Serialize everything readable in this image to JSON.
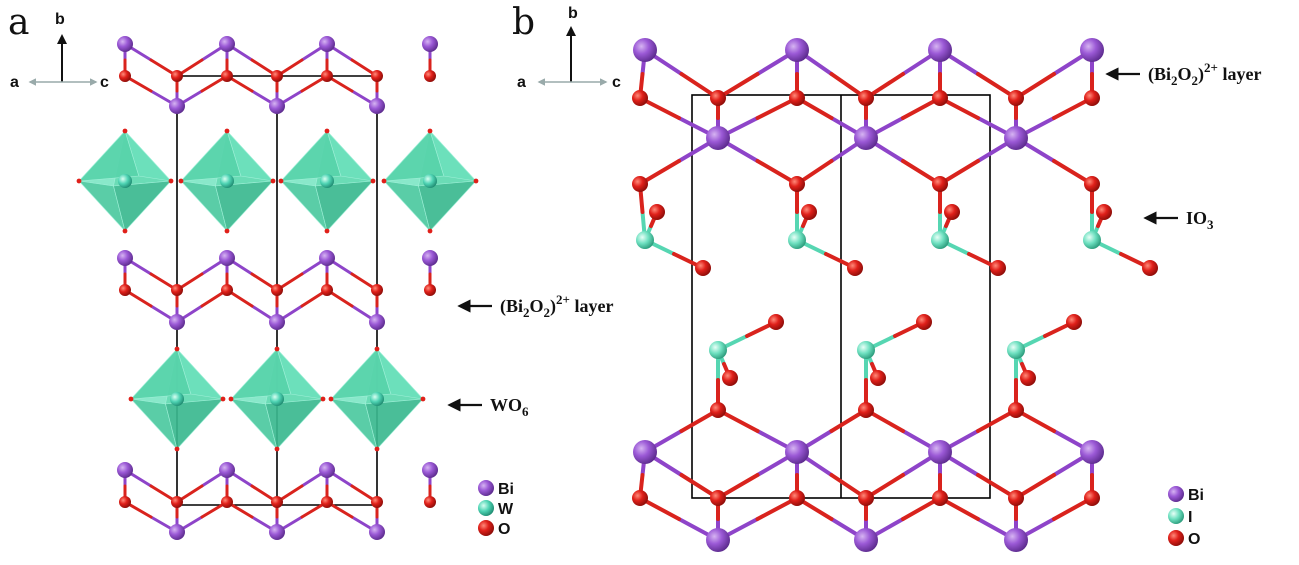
{
  "panel_a": {
    "letter": "a",
    "axes": {
      "b": "b",
      "a": "a",
      "c": "c"
    },
    "annotations": {
      "layer_main": "(Bi",
      "layer_sub1": "2",
      "layer_mid": "O",
      "layer_sub2": "2",
      "layer_close": ")",
      "layer_sup": "2+",
      "layer_tail": " layer",
      "wo6_main": "WO",
      "wo6_sub": "6"
    },
    "legend": [
      {
        "label": "Bi",
        "color": "#9b59d6"
      },
      {
        "label": "W",
        "color": "#4fd4b4"
      },
      {
        "label": "O",
        "color": "#e0201a"
      }
    ]
  },
  "panel_b": {
    "letter": "b",
    "axes": {
      "b": "b",
      "a": "a",
      "c": "c"
    },
    "annotations": {
      "layer_main": "(Bi",
      "layer_sub1": "2",
      "layer_mid": "O",
      "layer_sub2": "2",
      "layer_close": ")",
      "layer_sup": "2+",
      "layer_tail": " layer",
      "io3_main": "IO",
      "io3_sub": "3"
    },
    "legend": [
      {
        "label": "Bi",
        "color": "#9b59d6"
      },
      {
        "label": "I",
        "color": "#6ee0c0"
      },
      {
        "label": "O",
        "color": "#e0201a"
      }
    ]
  },
  "colors": {
    "bismuth": "#9b59d6",
    "oxygen": "#e0201a",
    "tungsten": "#4fd4b4",
    "iodine": "#6ee0c0",
    "octahedron": "#5ed9b0",
    "cell_line": "#000000"
  }
}
